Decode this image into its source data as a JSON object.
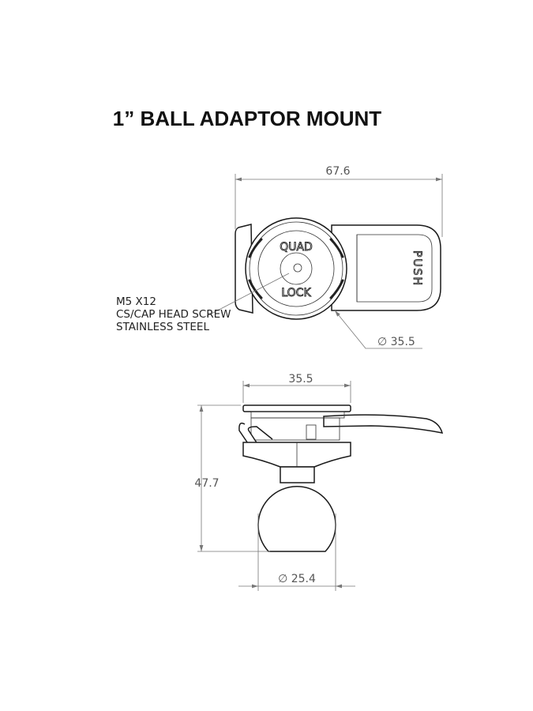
{
  "title": "1” BALL ADAPTOR MOUNT",
  "top_view": {
    "width_dim": "67.6",
    "diameter_dim": "∅ 35.5",
    "logo_top": "QUAD",
    "logo_bottom": "LOCK",
    "tab_label": "PUSH",
    "screw_note": [
      "M5 X12",
      "CS/CAP HEAD SCREW",
      "STAINLESS STEEL"
    ]
  },
  "side_view": {
    "width_dim": "35.5",
    "height_dim": "47.7",
    "ball_dim": "∅ 25.4"
  }
}
